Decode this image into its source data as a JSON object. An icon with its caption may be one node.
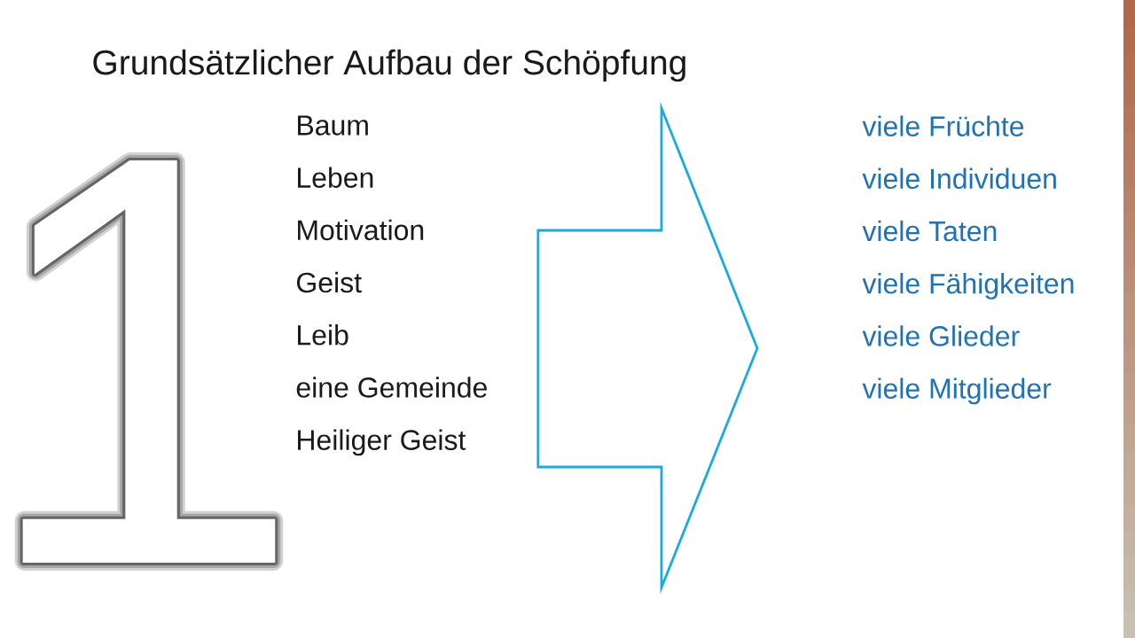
{
  "diagram": {
    "title": "Grundsätzlicher Aufbau der Schöpfung",
    "nodes": [
      {
        "text": [
          "Baum",
          "Leben",
          "Motivation",
          "Geist",
          "Leib",
          "eine Gemeinde",
          "Heiliger Geist"
        ]
      },
      {
        "text": [
          "viele Früchte",
          "viele Individuen",
          "viele Taten",
          "viele Fähigkeiten",
          "viele Glieder",
          "viele Mitglieder"
        ]
      }
    ],
    "edges": [
      {
        "from": 0,
        "to": 1,
        "arrow": "to",
        "color": "#1ba9e1"
      }
    ],
    "labels": [
      "1"
    ]
  }
}
